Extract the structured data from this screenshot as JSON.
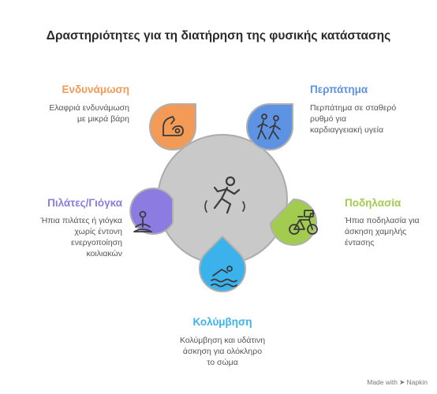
{
  "title": "Δραστηριότητες για τη διατήρηση της φυσικής κατάστασης",
  "items": [
    {
      "label": "Ενδυνάμωση",
      "desc": [
        "Ελαφριά ενδυνάμωση",
        "με μικρά βάρη"
      ],
      "color": "#f29a56",
      "icon": "flexed-arm-icon"
    },
    {
      "label": "Περπάτημα",
      "desc": [
        "Περπάτημα σε σταθερό",
        "ρυθμό για",
        "καρδιαγγειακή υγεία"
      ],
      "color": "#5e93e3",
      "icon": "walking-people-icon"
    },
    {
      "label": "Ποδηλασία",
      "desc": [
        "Ήπια ποδηλασία για",
        "άσκηση χαμηλής",
        "έντασης"
      ],
      "color": "#a2cc50",
      "icon": "bicycle-icon"
    },
    {
      "label": "Κολύμβηση",
      "desc": [
        "Κολύμβηση και υδάτινη",
        "άσκηση για ολόκληρο",
        "το σώμα"
      ],
      "color": "#3bb2ec",
      "icon": "swimmer-icon"
    },
    {
      "label": "Πιλάτες/Γιόγκα",
      "desc": [
        "Ήπια πιλάτες ή γιόγκα",
        "χωρίς έντονη",
        "ενεργοποίηση",
        "κοιλιακών"
      ],
      "color": "#8c7be0",
      "icon": "meditation-icon"
    }
  ],
  "center": {
    "icon": "running-person-icon"
  },
  "branding": {
    "prefix": "Made with",
    "name": "Napkin"
  }
}
